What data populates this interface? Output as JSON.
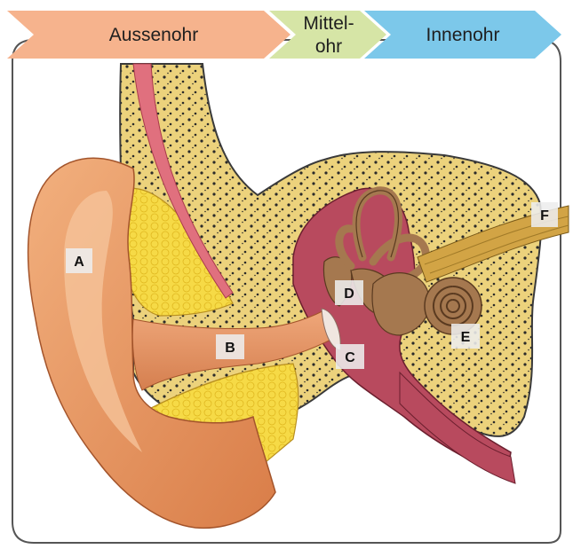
{
  "banner": {
    "segments": [
      {
        "id": "outer",
        "label": "Aussenohr",
        "color": "#f6b38d"
      },
      {
        "id": "middle",
        "label_line1": "Mittel-",
        "label_line2": "ohr",
        "color": "#d6e5a6"
      },
      {
        "id": "inner",
        "label": "Innenohr",
        "color": "#7cc8ea"
      }
    ]
  },
  "markers": {
    "A": "A",
    "B": "B",
    "C": "C",
    "D": "D",
    "E": "E",
    "F": "F"
  },
  "colors": {
    "frame": "#555555",
    "skin": "#e99a66",
    "skin_dark": "#c66a3a",
    "bone": "#ecd27c",
    "fat": "#f6da46",
    "cavity": "#b84a5e",
    "ossicle": "#a5784f",
    "nerve": "#d2a445",
    "canal_skin": "#d8845a"
  }
}
